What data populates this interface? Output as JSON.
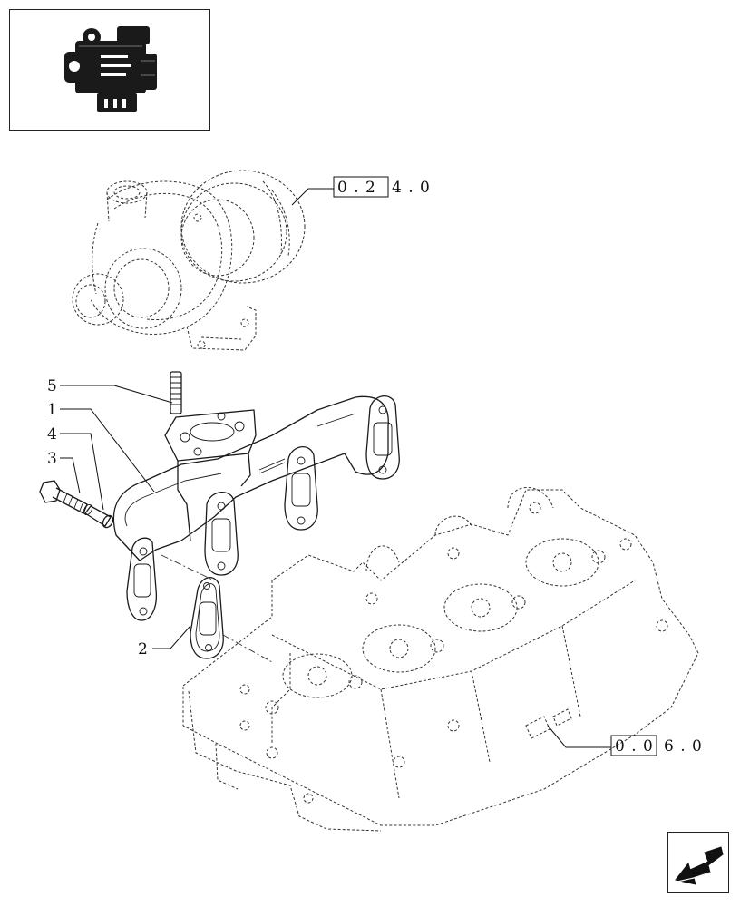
{
  "callouts": [
    {
      "id": "5",
      "label": "5"
    },
    {
      "id": "1",
      "label": "1"
    },
    {
      "id": "4",
      "label": "4"
    },
    {
      "id": "3",
      "label": "3"
    },
    {
      "id": "2",
      "label": "2"
    }
  ],
  "references": {
    "turbo": {
      "boxed": "0 . 2",
      "rest": "4 . 0"
    },
    "head": {
      "boxed": "0 . 0",
      "rest": "6 . 0"
    }
  },
  "icons": {
    "thumbnail": "engine-thumbnail-icon",
    "nav": "back-arrow-icon"
  }
}
